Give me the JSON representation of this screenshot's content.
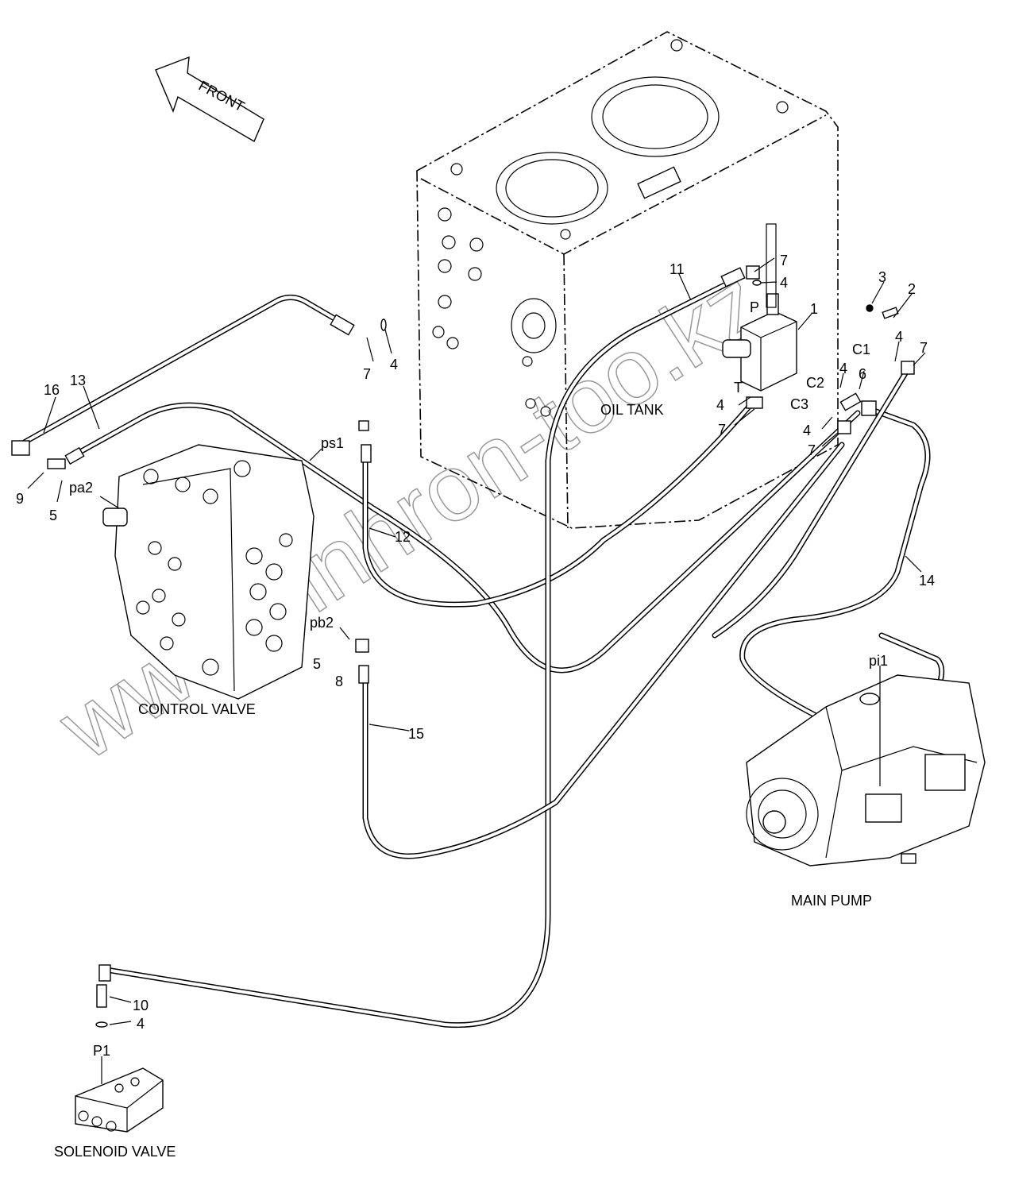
{
  "diagram": {
    "front_label": "FRONT",
    "components": {
      "oil_tank": "OIL TANK",
      "control_valve": "CONTROL VALVE",
      "main_pump": "MAIN PUMP",
      "solenoid_valve": "SOLENOID VALVE"
    },
    "callouts": [
      "1",
      "2",
      "3",
      "4",
      "7",
      "C1",
      "4",
      "6",
      "C2",
      "C3",
      "4",
      "7",
      "T",
      "4",
      "7",
      "P",
      "7",
      "4",
      "11",
      "7",
      "4",
      "16",
      "13",
      "9",
      "5",
      "pa2",
      "ps1",
      "12",
      "14",
      "pi1",
      "pb2",
      "5",
      "8",
      "15",
      "10",
      "4",
      "P1"
    ],
    "watermark": "www.sinhron-too.kz"
  }
}
